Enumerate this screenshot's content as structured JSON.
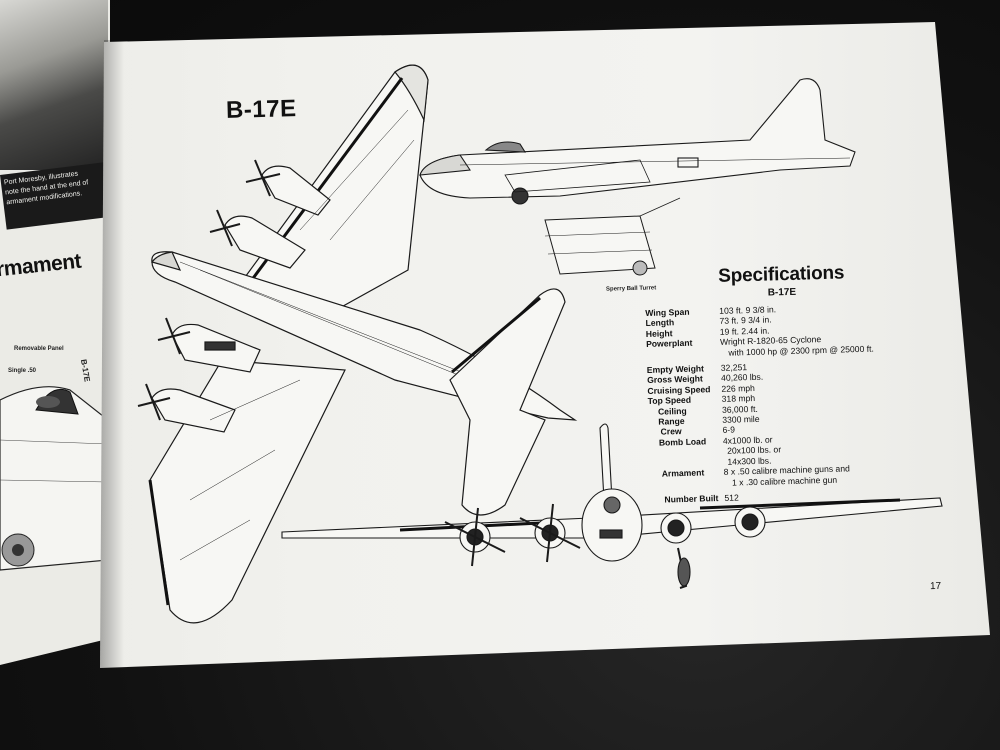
{
  "left_page": {
    "caption_lines": [
      "Port Moresby, illustrates",
      "note the hand at the end of",
      "armament modifications."
    ],
    "heading": "rmament",
    "labels": {
      "panel": "Removable Panel",
      "single": "Single .50",
      "model": "B-17E"
    }
  },
  "aircraft_title": "B-17E",
  "turret_caption": "Sperry Ball Turret",
  "specifications": {
    "title": "Specifications",
    "model": "B-17E",
    "rows": [
      {
        "label": "Wing Span",
        "values": [
          "103 ft. 9 3/8 in."
        ]
      },
      {
        "label": "Length",
        "values": [
          "73 ft. 9 3/4 in."
        ]
      },
      {
        "label": "Height",
        "values": [
          "19 ft. 2.44 in."
        ]
      },
      {
        "label": "Powerplant",
        "values": [
          "Wright R-1820-65 Cyclone",
          "with 1000 hp @ 2300 rpm @ 25000 ft."
        ]
      },
      {
        "label": "Empty Weight",
        "values": [
          "32,251"
        ]
      },
      {
        "label": "Gross Weight",
        "values": [
          "40,260 lbs."
        ]
      },
      {
        "label": "Cruising Speed",
        "values": [
          "226 mph"
        ]
      },
      {
        "label": "Top Speed",
        "values": [
          "318 mph"
        ]
      },
      {
        "label": "Ceiling",
        "values": [
          "36,000 ft."
        ]
      },
      {
        "label": "Range",
        "values": [
          "3300 mile"
        ]
      },
      {
        "label": "Crew",
        "values": [
          "6-9"
        ]
      },
      {
        "label": "Bomb Load",
        "values": [
          "4x1000 lb. or",
          "20x100 lbs. or",
          "14x300 lbs."
        ]
      },
      {
        "label": "Armament",
        "values": [
          "8 x .50 calibre machine guns and",
          "1 x .30 calibre machine gun"
        ]
      },
      {
        "label": "Number Built",
        "values": [
          "512"
        ]
      }
    ]
  },
  "page_number": "17"
}
